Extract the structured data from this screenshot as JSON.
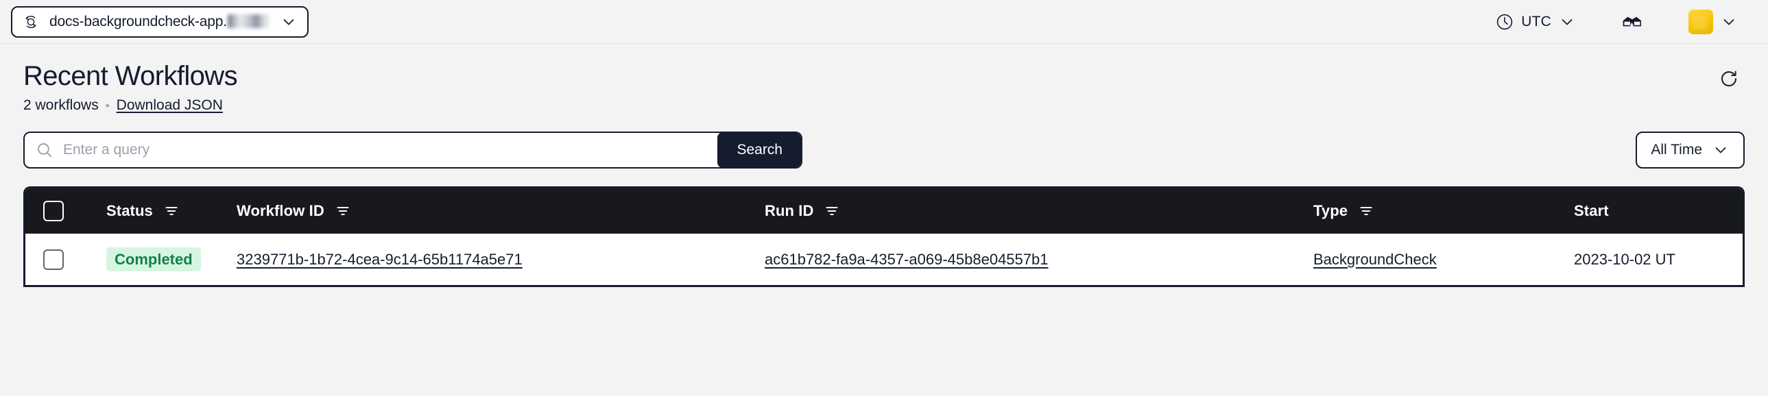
{
  "header": {
    "namespace": {
      "icon": "namespace-orbit-icon",
      "label": "docs-backgroundcheck-app.",
      "redacted": true,
      "chevron": "chevron-down-icon"
    },
    "timezone": {
      "icon": "clock-icon",
      "label": "UTC",
      "chevron": "chevron-down-icon"
    },
    "labs": {
      "icon": "glasses-icon"
    },
    "user": {
      "icon": "avatar",
      "chevron": "chevron-down-icon",
      "avatar_color": "#f5c400"
    }
  },
  "page": {
    "title": "Recent Workflows",
    "count_label": "2 workflows",
    "separator": "•",
    "download_link": "Download JSON",
    "refresh_icon": "refresh-icon"
  },
  "search": {
    "icon": "search-icon",
    "placeholder": "Enter a query",
    "value": "",
    "button_label": "Search"
  },
  "time_filter": {
    "value": "All Time",
    "chevron": "chevron-down-icon"
  },
  "table": {
    "columns": [
      {
        "key": "check",
        "label": "",
        "filterable": false
      },
      {
        "key": "status",
        "label": "Status",
        "filterable": true
      },
      {
        "key": "wfid",
        "label": "Workflow ID",
        "filterable": true
      },
      {
        "key": "runid",
        "label": "Run ID",
        "filterable": true
      },
      {
        "key": "type",
        "label": "Type",
        "filterable": true
      },
      {
        "key": "start",
        "label": "Start",
        "filterable": false
      }
    ],
    "rows": [
      {
        "selected": false,
        "status": "Completed",
        "workflow_id": "3239771b-1b72-4cea-9c14-65b1174a5e71",
        "run_id": "ac61b782-fa9a-4357-a069-45b8e04557b1",
        "type": "BackgroundCheck",
        "start": "2023-10-02 UT"
      }
    ]
  },
  "colors": {
    "page_bg": "#f3f3f4",
    "ink": "#141c2e",
    "table_header_bg": "#18191c",
    "status_completed_bg": "#d6f5e0",
    "status_completed_fg": "#12814a",
    "accent_yellow": "#f5c400"
  }
}
